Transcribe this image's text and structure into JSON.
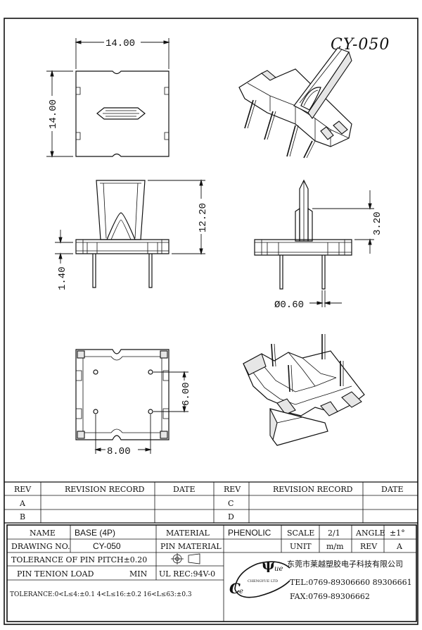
{
  "model": "CY-050",
  "dimensions": {
    "top_width": "14.00",
    "top_height": "14.00",
    "height": "12.20",
    "pin_length": "1.40",
    "pin_exposed": "3.20",
    "pin_diameter": "Ø0.60",
    "pitch_y": "6.00",
    "pitch_x": "8.00"
  },
  "revision_table": {
    "headers": [
      "REV",
      "REVISION RECORD",
      "DATE",
      "REV",
      "REVISION RECORD",
      "DATE"
    ],
    "rows": [
      [
        "A",
        "",
        "",
        "C",
        "",
        ""
      ],
      [
        "B",
        "",
        "",
        "D",
        "",
        ""
      ]
    ]
  },
  "title_block": {
    "name_label": "NAME",
    "name_value": "BASE (4P)",
    "material_label": "MATERIAL",
    "material_value": "PHENOLIC",
    "scale_label": "SCALE",
    "scale_value": "2/1",
    "angle_label": "ANGLE",
    "angle_value": "±1°",
    "drawing_no_label": "DRAWING NO.",
    "drawing_no_value": "CY-050",
    "pin_material_label": "PIN MATERIAL",
    "unit_label": "UNIT",
    "unit_value": "m/m",
    "rev_label": "REV",
    "rev_value": "A",
    "tolerance_pitch": "TOLERANCE OF PIN PITCH±0.20",
    "pin_tension_label": "PIN TENION LOAD",
    "pin_tension_unit": "MIN",
    "ul_rec": "UL REC:94V-0",
    "tolerance_general": "TOLERANCE:0<L≤4:±0.1  4<L≤16:±0.2  16<L≤63:±0.3",
    "company": "东莞市莱越塑胶电子科技有限公司",
    "tel": "TEL:0769-89306660  89306661",
    "fax": "FAX:0769-89306662",
    "logo_letters": [
      "C",
      "e",
      "ψ",
      "ue"
    ],
    "logo_sub": "CHENGYUE LTD"
  }
}
